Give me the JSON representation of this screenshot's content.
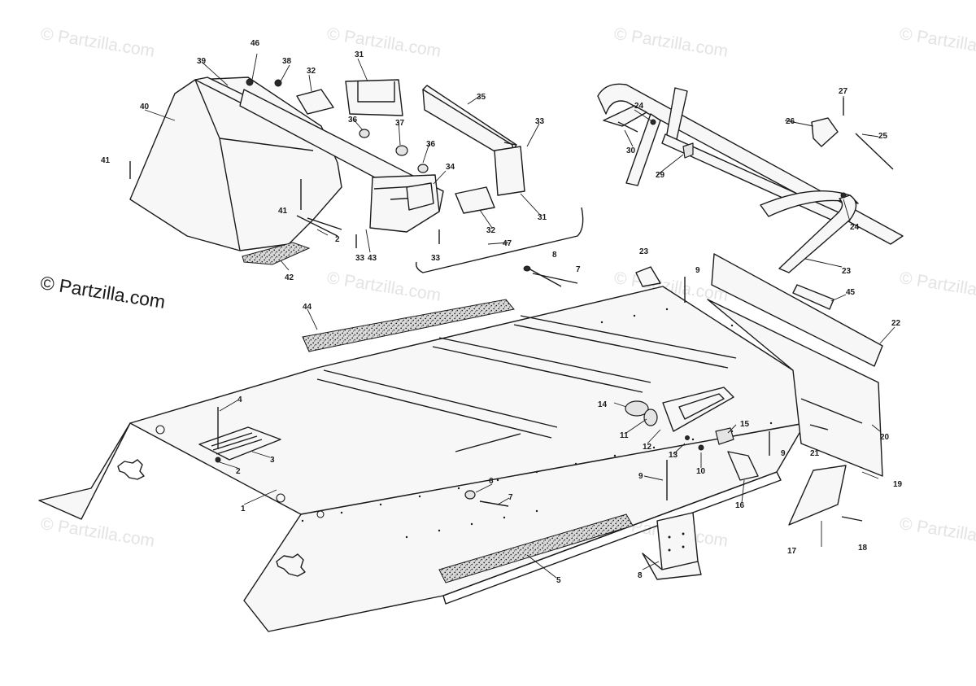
{
  "watermark_text": "© Partzilla.com",
  "credit_text": "© Partzilla.com",
  "callouts": {
    "c1": "1",
    "c2a": "2",
    "c2b": "2",
    "c3": "3",
    "c4": "4",
    "c5": "5",
    "c6": "6",
    "c7": "7",
    "c8a": "8",
    "c8b": "8",
    "c9a": "9",
    "c9b": "9",
    "c9c": "9",
    "c10": "10",
    "c11": "11",
    "c12": "12",
    "c13": "13",
    "c14": "14",
    "c15": "15",
    "c16": "16",
    "c17": "17",
    "c18": "18",
    "c19": "19",
    "c20": "20",
    "c21": "21",
    "c22": "22",
    "c23a": "23",
    "c23b": "23",
    "c24a": "24",
    "c24b": "24",
    "c25": "25",
    "c26": "26",
    "c27": "27",
    "c29": "29",
    "c30": "30",
    "c31a": "31",
    "c31b": "31",
    "c32a": "32",
    "c32b": "32",
    "c33a": "33",
    "c33b": "33",
    "c33c": "33",
    "c34": "34",
    "c35": "35",
    "c36a": "36",
    "c36b": "36",
    "c37": "37",
    "c38": "38",
    "c39": "39",
    "c40": "40",
    "c41a": "41",
    "c41b": "41",
    "c42": "42",
    "c43": "43",
    "c44": "44",
    "c45": "45",
    "c46": "46",
    "c47": "47"
  }
}
